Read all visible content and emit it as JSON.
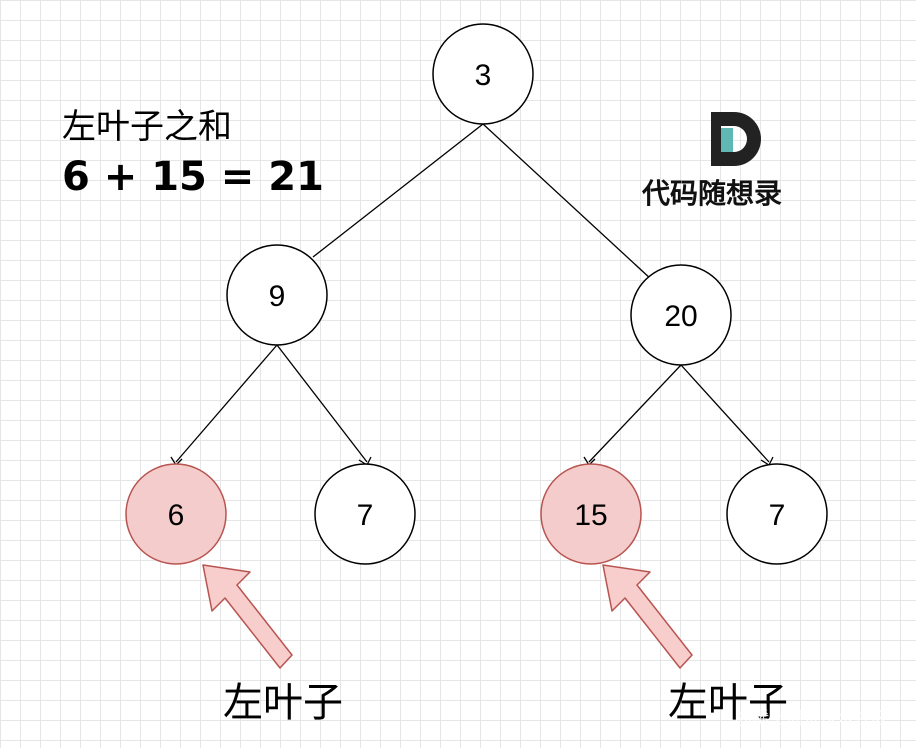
{
  "title": {
    "line1": "左叶子之和",
    "line2": "6 + 15 = 21"
  },
  "tree": {
    "root": {
      "value": "3"
    },
    "left": {
      "value": "9"
    },
    "right": {
      "value": "20"
    },
    "left_left": {
      "value": "6",
      "highlighted": true
    },
    "left_right": {
      "value": "7",
      "highlighted": false
    },
    "right_left": {
      "value": "15",
      "highlighted": true
    },
    "right_right": {
      "value": "7",
      "highlighted": false
    }
  },
  "callouts": {
    "left_leaf_label_1": "左叶子",
    "left_leaf_label_2": "左叶子"
  },
  "brand": {
    "name": "代码随想录",
    "logo_icon": "d-logo-icon"
  },
  "watermark": "@稀土掘金技术社区",
  "colors": {
    "highlight_fill": "#f4cccc",
    "highlight_stroke": "#b85450",
    "node_stroke": "#000000",
    "arrow_fill": "#f8cecc",
    "arrow_stroke": "#b85450",
    "logo_dark": "#222222",
    "logo_teal": "#5fb8b4"
  }
}
